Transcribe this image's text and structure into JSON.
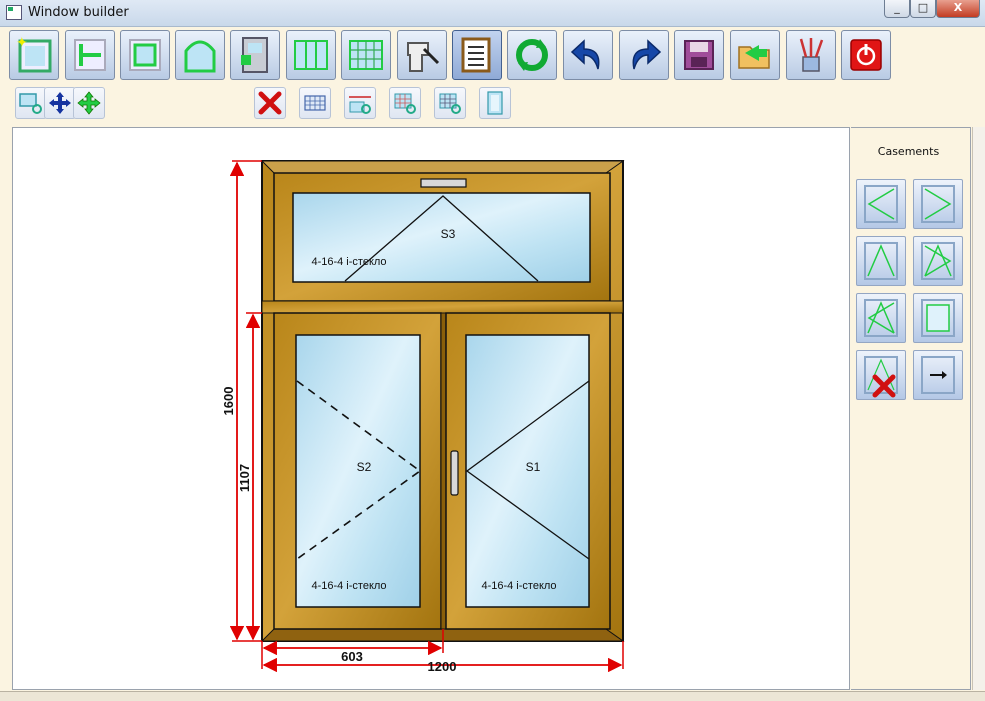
{
  "window": {
    "title": "Window builder",
    "minimize": "_",
    "maximize": "□",
    "close": "X"
  },
  "toolbar": {
    "buttons": [
      "new-window-icon",
      "impost-icon",
      "frame-icon",
      "arch-icon",
      "door-icon",
      "triple-sash-icon",
      "grid-sash-icon",
      "corner-connector-icon",
      "properties-list-icon",
      "refresh-icon",
      "undo-icon",
      "redo-icon",
      "save-icon",
      "open-folder-icon",
      "paint-icon",
      "power-icon"
    ]
  },
  "secondary_toolbar": {
    "left": [
      "zoom-in-icon",
      "move-icon",
      "pan-icon"
    ],
    "right": [
      "delete-icon",
      "table-icon",
      "measure-icon",
      "glass-grid-icon",
      "grid-zoom-icon",
      "glass-pane-icon"
    ]
  },
  "drawing": {
    "sashes": [
      {
        "id": "S3",
        "glass": "4-16-4 і-стекло"
      },
      {
        "id": "S2",
        "glass": "4-16-4 і-стекло"
      },
      {
        "id": "S1",
        "glass": "4-16-4 і-стекло"
      }
    ],
    "dimensions": {
      "total_height": "1600",
      "lower_height": "1107",
      "left_width": "603",
      "total_width": "1200"
    }
  },
  "casements": {
    "heading": "Casements"
  },
  "colors": {
    "frame": "#b9861a",
    "frame_dark": "#8a5f0a",
    "glass": "#bfe3f3",
    "dimension": "#e00000"
  }
}
